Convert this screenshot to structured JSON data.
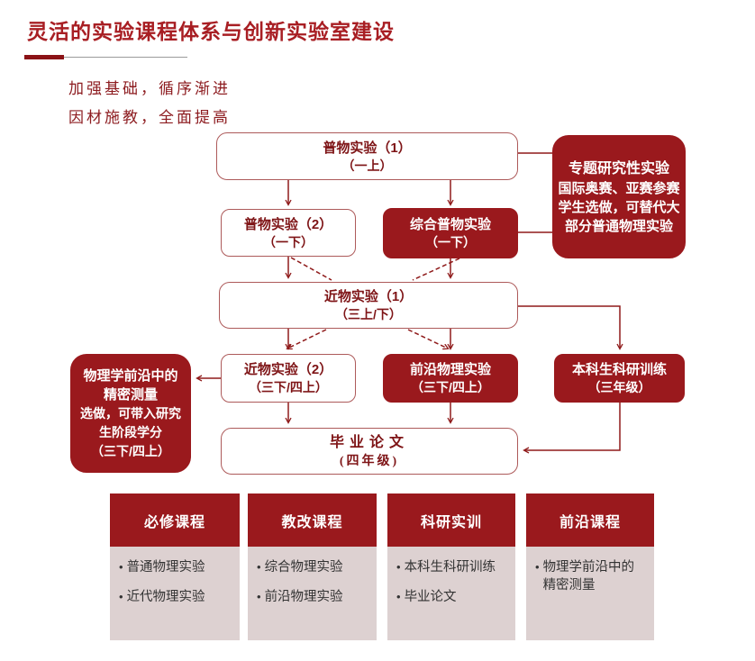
{
  "page": {
    "title": "灵活的实验课程体系与创新实验室建设",
    "slogan_line1": "加强基础，循序渐进",
    "slogan_line2": "因材施教，全面提高"
  },
  "colors": {
    "accent_dark_red": "#9A191D",
    "title_red": "#A81E23",
    "box_border_red": "#AD5A5A",
    "connector_red": "#8F1A1A",
    "column_body_pink": "#DDD1D1"
  },
  "flowchart": {
    "puwu1": {
      "title": "普物实验（1）",
      "sub": "（一上）"
    },
    "puwu2": {
      "title": "普物实验（2）",
      "sub": "（一下）"
    },
    "zonghe": {
      "title": "综合普物实验",
      "sub": "（一下）"
    },
    "zhuanti": {
      "line1": "专题研究性实验",
      "line2": "国际奥赛、亚赛参赛",
      "line3": "学生选做，可替代大",
      "line4": "部分普通物理实验"
    },
    "jinwu1": {
      "title": "近物实验（1）",
      "sub": "（三上/下）"
    },
    "jinwu2": {
      "title": "近物实验（2）",
      "sub": "（三下/四上）"
    },
    "qianyan": {
      "title": "前沿物理实验",
      "sub": "（三下/四上）"
    },
    "keyan": {
      "title": "本科生科研训练",
      "sub": "（三年级）"
    },
    "jingmi": {
      "line1": "物理学前沿中的",
      "line2": "精密测量",
      "line3": "选做，可带入研究",
      "line4": "生阶段学分",
      "line5": "（三下/四上）"
    },
    "biye": {
      "title": "毕业论文",
      "sub": "(四年级)"
    }
  },
  "columns": [
    {
      "header": "必修课程",
      "items": [
        "普通物理实验",
        "近代物理实验"
      ]
    },
    {
      "header": "教改课程",
      "items": [
        "综合物理实验",
        "前沿物理实验"
      ]
    },
    {
      "header": "科研实训",
      "items": [
        "本科生科研训练",
        "毕业论文"
      ]
    },
    {
      "header": "前沿课程",
      "items": [
        "物理学前沿中的精密测量"
      ]
    }
  ]
}
